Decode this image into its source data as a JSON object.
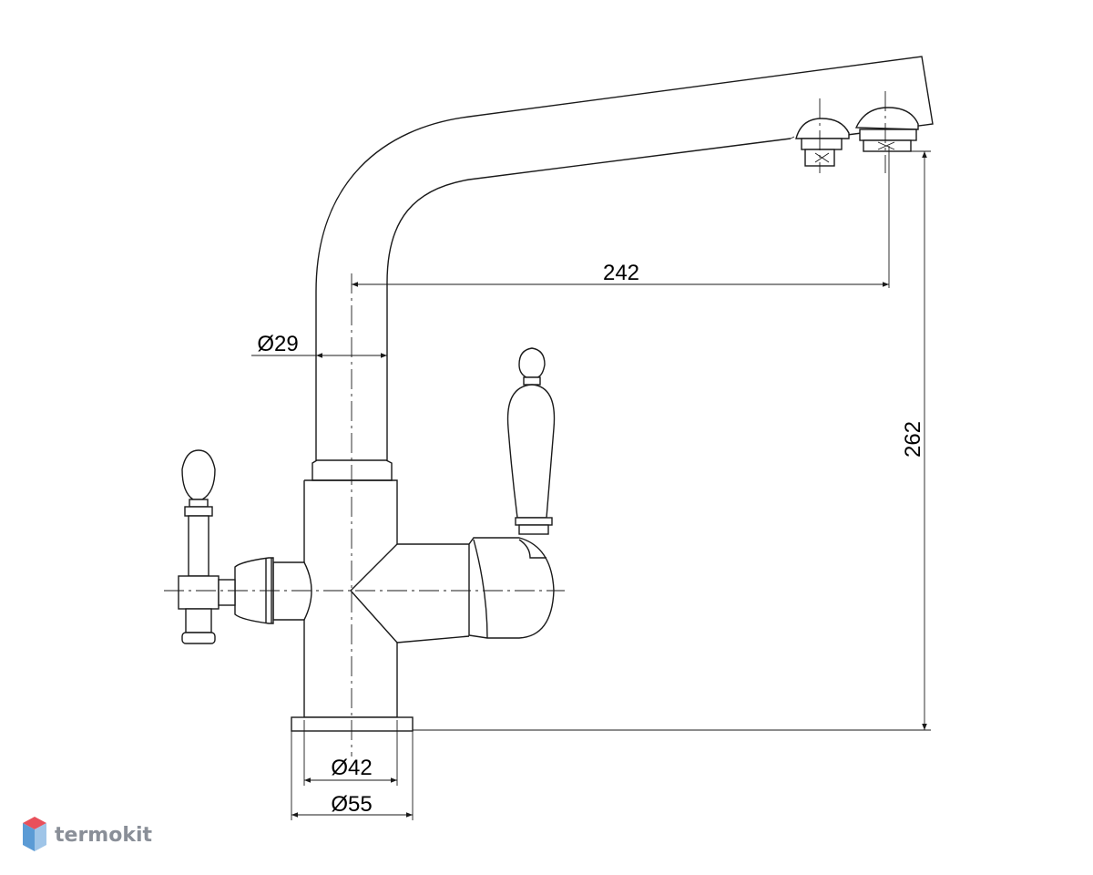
{
  "dimensions": {
    "reach": "242",
    "height": "262",
    "spout_diameter": "Ø29",
    "body_diameter": "Ø42",
    "base_diameter": "Ø55"
  },
  "watermark": {
    "text": "termokit",
    "colors": {
      "top": "#e8505b",
      "left": "#5b9bd5",
      "right": "#9fc5e8",
      "text": "#8a8f98"
    }
  }
}
